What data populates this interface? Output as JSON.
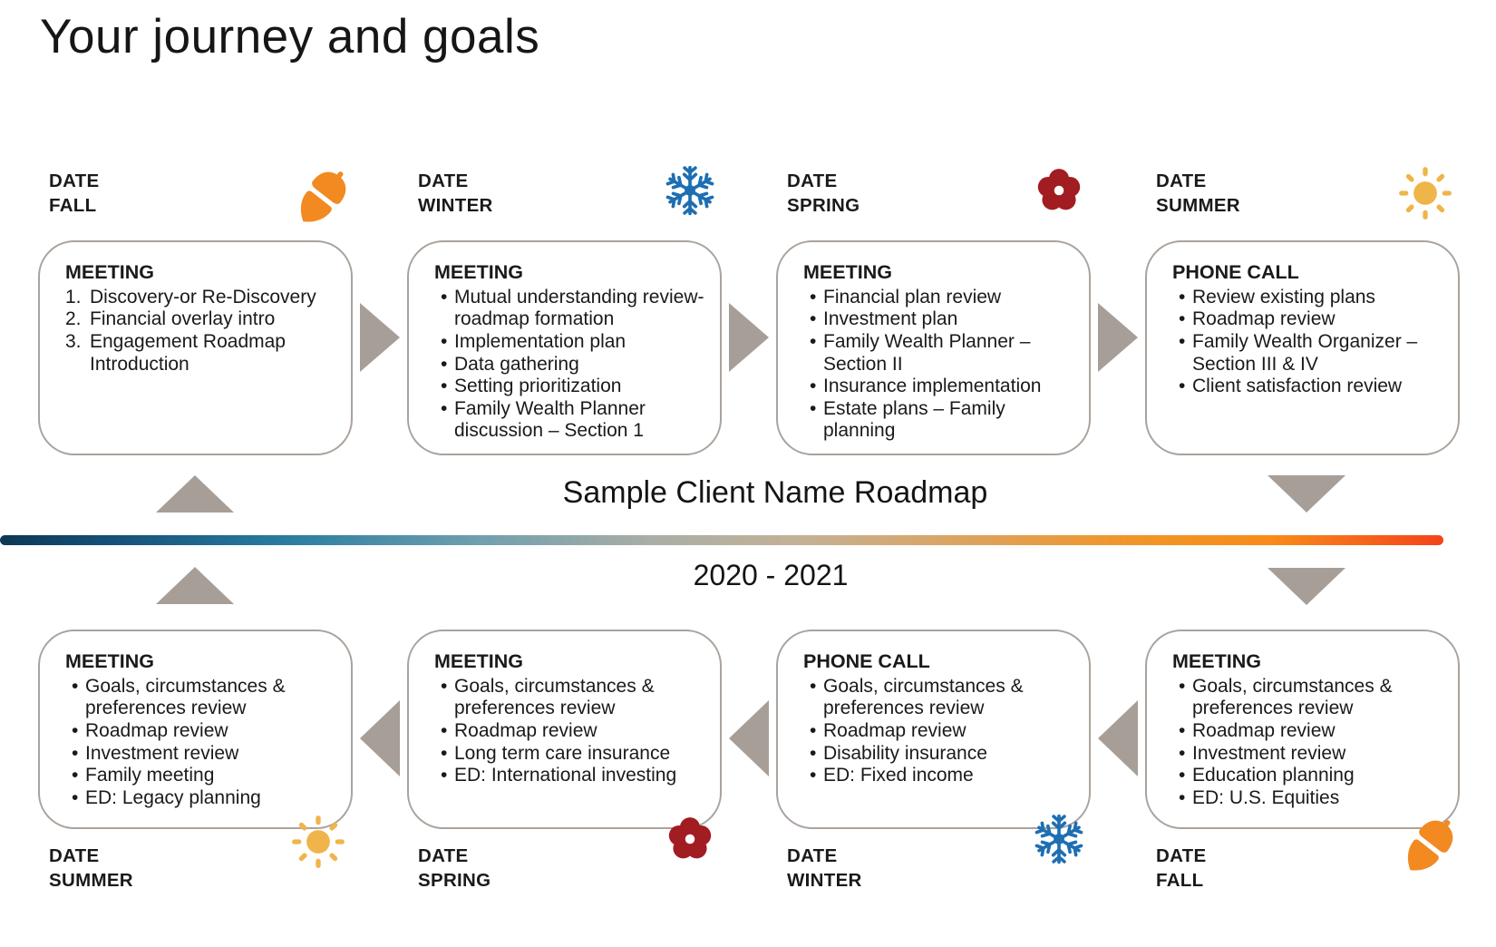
{
  "title": "Your journey and goals",
  "timeline": {
    "label": "Sample Client Name Roadmap",
    "years": "2020 - 2021"
  },
  "top_row": [
    {
      "date_label": "DATE",
      "season": "FALL",
      "icon": "acorn",
      "heading": "MEETING",
      "list_type": "numbered",
      "items": [
        "Discovery-or Re-Discovery",
        "Financial overlay intro",
        "Engagement Roadmap Introduction"
      ]
    },
    {
      "date_label": "DATE",
      "season": "WINTER",
      "icon": "snowflake",
      "heading": "MEETING",
      "list_type": "bullet",
      "items": [
        "Mutual understanding review-roadmap formation",
        "Implementation plan",
        "Data gathering",
        "Setting prioritization",
        "Family Wealth Planner discussion – Section 1"
      ]
    },
    {
      "date_label": "DATE",
      "season": "SPRING",
      "icon": "flower",
      "heading": "MEETING",
      "list_type": "bullet",
      "items": [
        "Financial plan review",
        "Investment plan",
        "Family Wealth Planner – Section II",
        "Insurance implementation",
        "Estate plans – Family planning"
      ]
    },
    {
      "date_label": "DATE",
      "season": "SUMMER",
      "icon": "sun",
      "heading": "PHONE CALL",
      "list_type": "bullet",
      "items": [
        "Review existing plans",
        "Roadmap review",
        "Family Wealth Organizer – Section III & IV",
        "Client satisfaction review"
      ]
    }
  ],
  "bottom_row": [
    {
      "date_label": "DATE",
      "season": "SUMMER",
      "icon": "sun",
      "heading": "MEETING",
      "list_type": "bullet",
      "items": [
        "Goals, circumstances & preferences review",
        "Roadmap review",
        "Investment review",
        "Family meeting",
        "ED: Legacy planning"
      ]
    },
    {
      "date_label": "DATE",
      "season": "SPRING",
      "icon": "flower",
      "heading": "MEETING",
      "list_type": "bullet",
      "items": [
        "Goals, circumstances & preferences review",
        "Roadmap review",
        "Long term care insurance",
        "ED: International investing"
      ]
    },
    {
      "date_label": "DATE",
      "season": "WINTER",
      "icon": "snowflake",
      "heading": "PHONE CALL",
      "list_type": "bullet",
      "items": [
        "Goals, circumstances & preferences review",
        "Roadmap review",
        "Disability insurance",
        "ED: Fixed income"
      ]
    },
    {
      "date_label": "DATE",
      "season": "FALL",
      "icon": "acorn",
      "heading": "MEETING",
      "list_type": "bullet",
      "items": [
        "Goals, circumstances & preferences review",
        "Roadmap review",
        "Investment review",
        "Education planning",
        "ED: U.S. Equities"
      ]
    }
  ],
  "colors": {
    "arrow": "#a79e98",
    "card_border": "#aaa29c",
    "acorn": "#f28a21",
    "snowflake": "#1e6eb2",
    "flower": "#a11d22",
    "sun": "#efb54a",
    "timeline_gradient": [
      "#0d3855 0%",
      "#15517b 8%",
      "#2b7da1 20%",
      "#6f9fae 33%",
      "#a9aea6 45%",
      "#c2b197 55%",
      "#d8a567 65%",
      "#f09629 78%",
      "#f88b1a 88%",
      "#f4431a 100%"
    ]
  }
}
